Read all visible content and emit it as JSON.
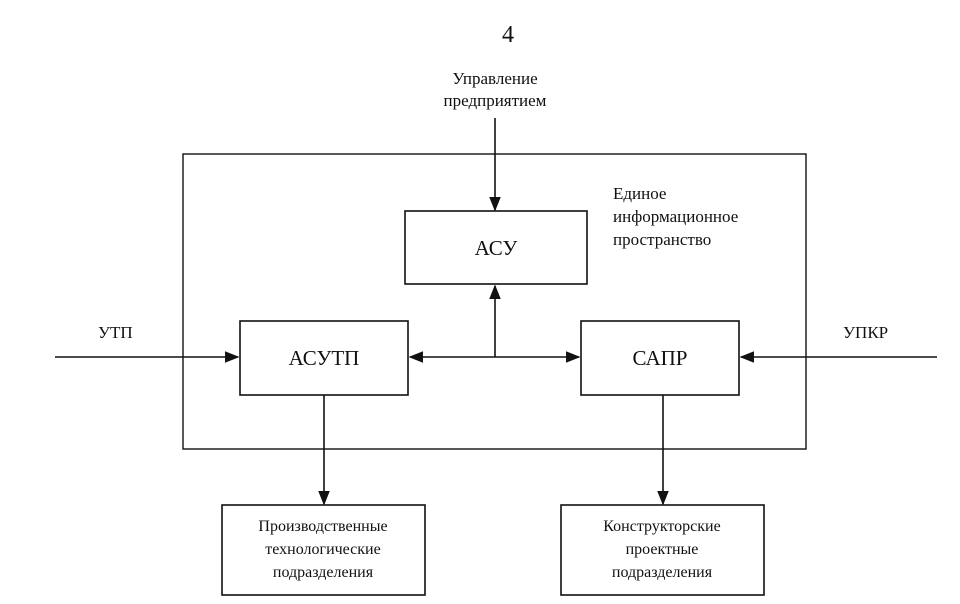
{
  "page_number": "4",
  "top_input": {
    "lines": [
      "Управление",
      "предприятием"
    ]
  },
  "space_label": {
    "lines": [
      "Единое",
      "информационное",
      "пространство"
    ]
  },
  "blocks": {
    "asu": "АСУ",
    "asutp": "АСУТП",
    "sapr": "САПР"
  },
  "side_inputs": {
    "left": "УТП",
    "right": "УПКР"
  },
  "outputs": {
    "production": [
      "Производственные",
      "технологические",
      "подразделения"
    ],
    "design": [
      "Конструкторские",
      "проектные",
      "подразделения"
    ]
  }
}
